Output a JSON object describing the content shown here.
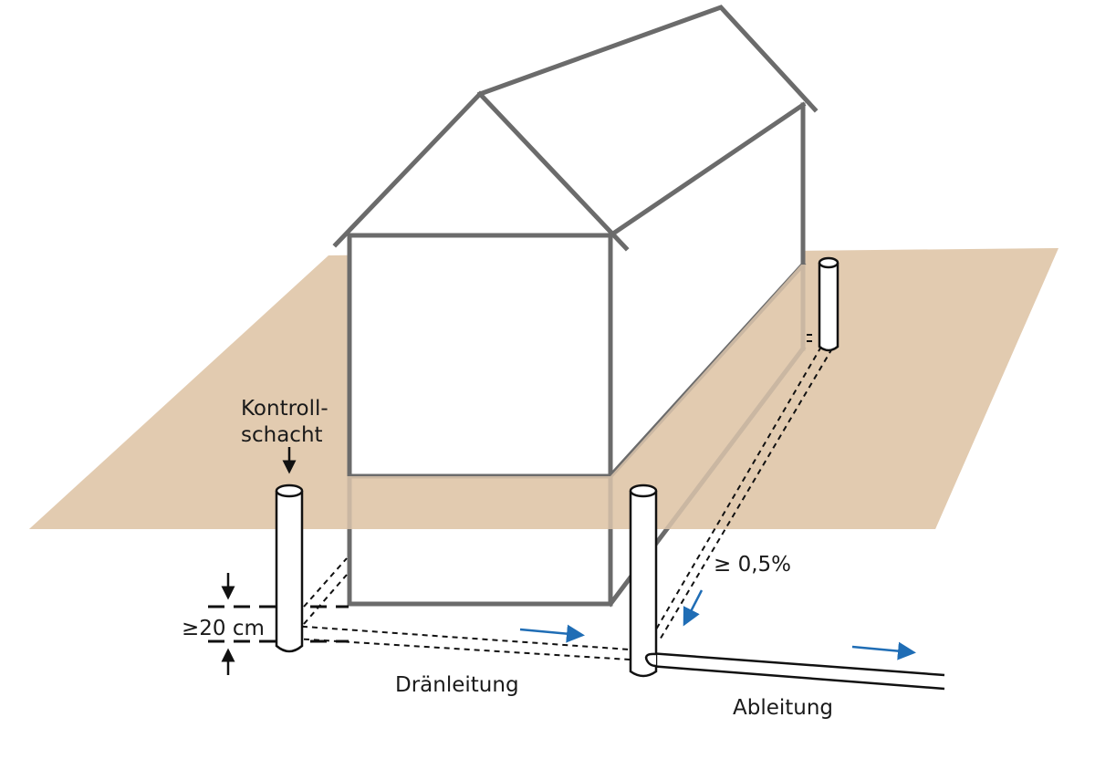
{
  "labels": {
    "inspection_shaft_line1": "Kontroll-",
    "inspection_shaft_line2": "schacht",
    "min_depth": "≥20 cm",
    "drain_pipe": "Dränleitung",
    "outlet_pipe": "Ableitung",
    "slope": "≥ 0,5%"
  },
  "colors": {
    "ground": "#e2cbb0",
    "house_lines": "#6b6b6b",
    "flow_arrows": "#1f6db5"
  }
}
